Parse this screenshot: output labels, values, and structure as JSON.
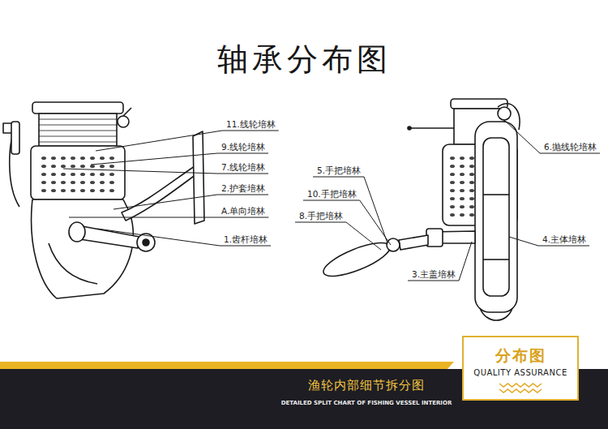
{
  "diagram": {
    "title": "轴承分布图",
    "nodes": [
      {
        "text": [
          "渔轮内部细节拆分图",
          "DETAILED SPLIT CHART OF FISHING VESSEL INTERIOR"
        ]
      },
      {
        "text": [
          "分布图",
          "QUALITY ASSURANCE"
        ]
      }
    ],
    "labels": [
      "11.线轮培林",
      "9.线轮培林",
      "7.线轮培林",
      "2.护套培林",
      "A.单向培林",
      "1.齿杆培林",
      "6.抛线轮培林",
      "5.手把培林",
      "10.手把培林",
      "8.手把培林",
      "4.主体培林",
      "3.主盖培林"
    ]
  }
}
